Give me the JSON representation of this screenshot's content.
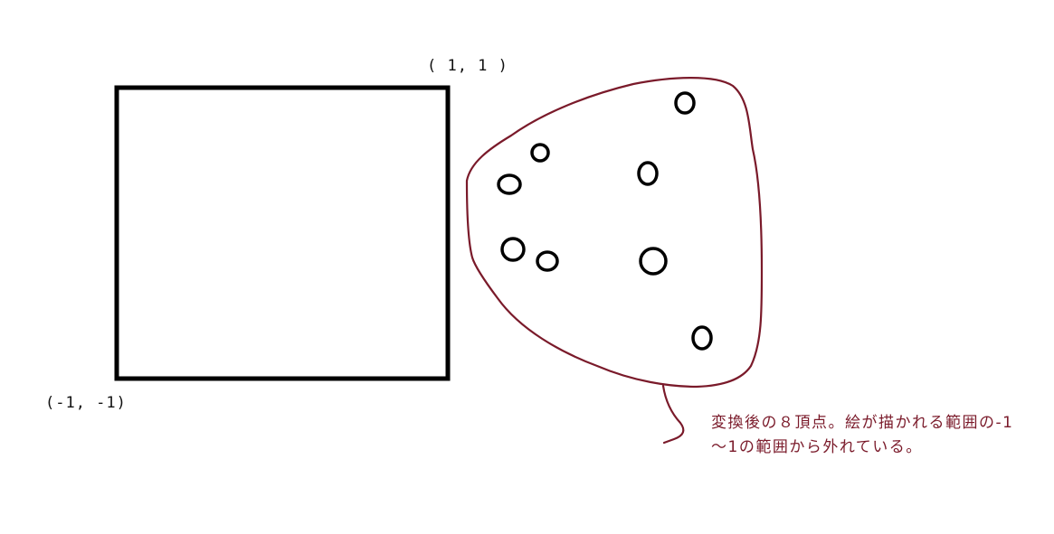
{
  "labels": {
    "top_right_corner": "( 1, 1 )",
    "bottom_left_corner": "(-1, -1)"
  },
  "annotation": {
    "text": "変換後の８頂点。絵が描かれる範囲の-1～1の範囲から外れている。"
  },
  "colors": {
    "square_stroke": "#000000",
    "blob_stroke": "#7a1a2a",
    "vertex_stroke": "#000000",
    "annotation_text": "#7a1a2a"
  },
  "vertex_count": 8
}
